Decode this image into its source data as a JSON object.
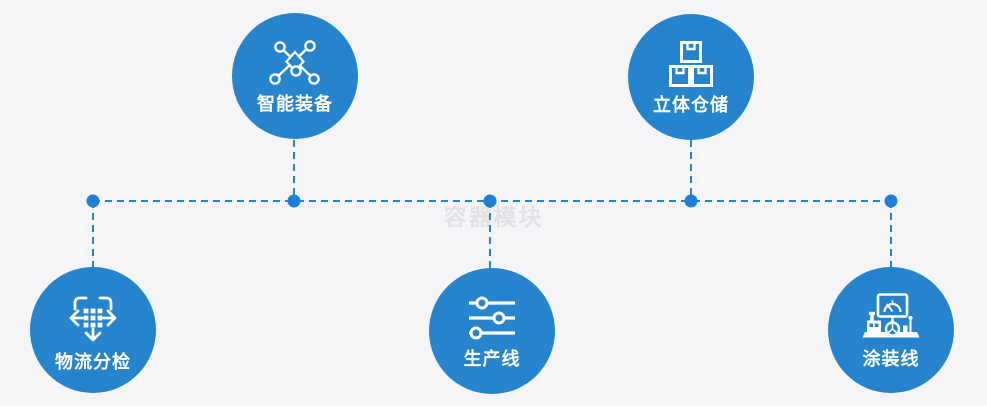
{
  "watermark": "容器模块",
  "colors": {
    "background": "#f5f5f7",
    "node_fill": "#2484cd",
    "connector_line": "#2a82cf",
    "connector_dot": "#1d80d6",
    "icon_color": "#ffffff",
    "label_color": "#ffffff",
    "watermark_color": "#e2e2e6"
  },
  "nodes": [
    {
      "label": "智能装备",
      "icon": "network-nodes-icon",
      "position": "top-left"
    },
    {
      "label": "立体仓储",
      "icon": "stacked-boxes-icon",
      "position": "top-right"
    },
    {
      "label": "物流分检",
      "icon": "sort-distribute-icon",
      "position": "bottom-left"
    },
    {
      "label": "生产线",
      "icon": "sliders-icon",
      "position": "bottom-center"
    },
    {
      "label": "涂装线",
      "icon": "painting-station-icon",
      "position": "bottom-right"
    }
  ]
}
